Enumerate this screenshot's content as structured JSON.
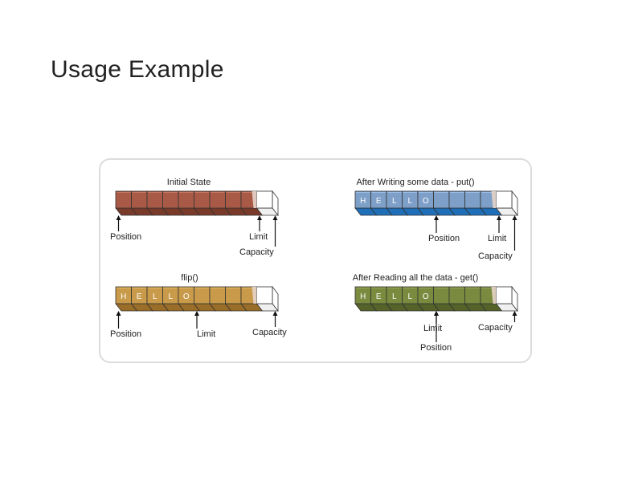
{
  "slide": {
    "title": "Usage Example"
  },
  "diagram": {
    "panels": [
      {
        "id": "initial",
        "title": "Initial State",
        "color": "#a85a46",
        "side_color": "#7a3a2a",
        "cells": [
          "",
          "",
          "",
          "",
          "",
          "",
          "",
          "",
          "",
          ""
        ],
        "filled_cells": 9,
        "labels": {
          "position": "Position",
          "limit": "Limit",
          "capacity": "Capacity"
        }
      },
      {
        "id": "after-put",
        "title": "After Writing some data - put()",
        "color": "#7d9fc8",
        "side_color": "#1f6fb8",
        "cells": [
          "H",
          "E",
          "L",
          "L",
          "O",
          "",
          "",
          "",
          "",
          ""
        ],
        "filled_cells": 9,
        "labels": {
          "position": "Position",
          "limit": "Limit",
          "capacity": "Capacity"
        }
      },
      {
        "id": "flip",
        "title": "flip()",
        "color": "#c89a4a",
        "side_color": "#9a6e28",
        "cells": [
          "H",
          "E",
          "L",
          "L",
          "O",
          "",
          "",
          "",
          "",
          ""
        ],
        "filled_cells": 9,
        "labels": {
          "position": "Position",
          "limit": "Limit",
          "capacity": "Capacity"
        }
      },
      {
        "id": "after-get",
        "title": "After Reading all the data - get()",
        "color": "#7a8a3e",
        "side_color": "#55632a",
        "cells": [
          "H",
          "E",
          "L",
          "L",
          "O",
          "",
          "",
          "",
          "",
          ""
        ],
        "filled_cells": 9,
        "labels": {
          "position": "Position",
          "limit": "Limit",
          "capacity": "Capacity"
        }
      }
    ]
  }
}
